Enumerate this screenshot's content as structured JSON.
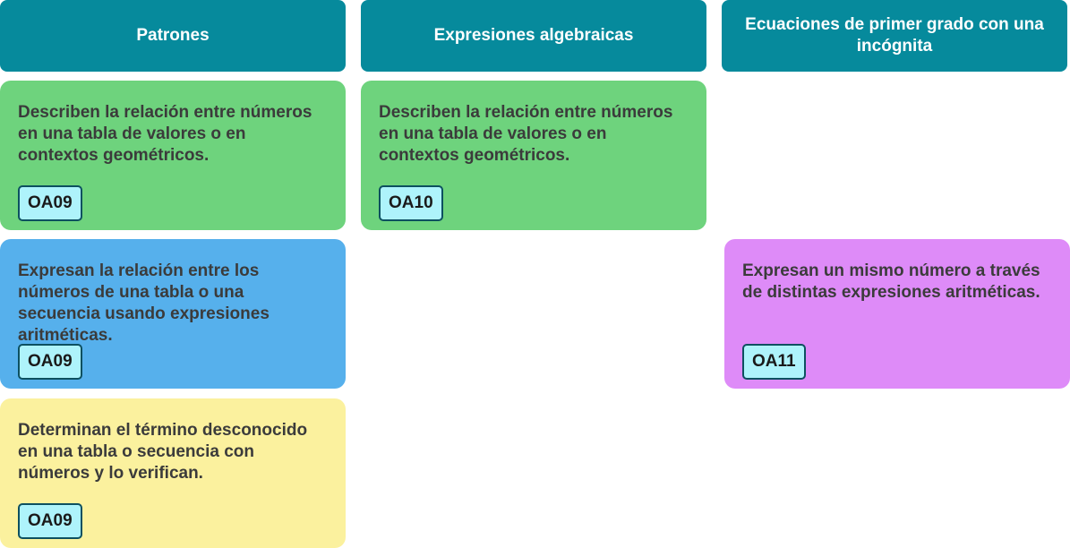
{
  "columns": [
    {
      "title": "Patrones"
    },
    {
      "title": "Expresiones algebraicas"
    },
    {
      "title": "Ecuaciones de primer grado con una incógnita"
    }
  ],
  "cards": [
    {
      "text": "Describen la relación entre números en una tabla de valores o en contextos geométricos.",
      "code": "OA09",
      "color": "#6ed37d"
    },
    {
      "text": "Describen la relación entre números en una tabla de valores o en contextos geométricos.",
      "code": "OA10",
      "color": "#6ed37d"
    },
    {
      "text": "Expresan la relación entre los números de una tabla o una secuencia usando expresiones aritméticas.",
      "code": "OA09",
      "color": "#56b0ec"
    },
    {
      "text": "Expresan un mismo número a través de distintas expresiones aritméticas.",
      "code": "OA11",
      "color": "#de8bf8"
    },
    {
      "text": "Determinan el término desconocido en una tabla o secuencia con números y lo verifican.",
      "code": "OA09",
      "color": "#fbf19e"
    }
  ],
  "colors": {
    "header": "#068a9c",
    "badge_fill": "#aef3fb",
    "badge_border": "#0d5060"
  }
}
